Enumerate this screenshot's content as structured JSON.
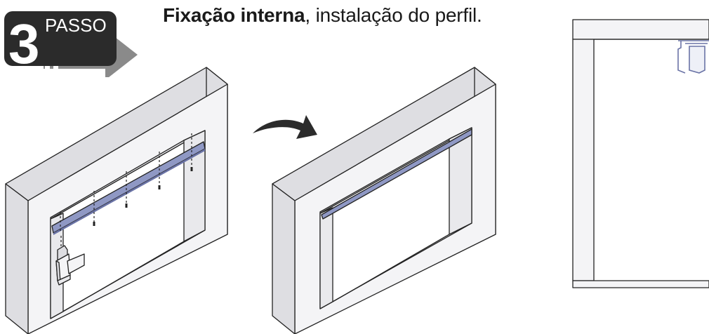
{
  "step": {
    "number": "3",
    "word": "PASSO"
  },
  "title": {
    "bold": "Fixação interna",
    "rest": ", instalação do perfil."
  },
  "colors": {
    "badge_dark": "#2b2b2b",
    "arrow_gray": "#8a8a8a",
    "wall_face": "#f2f2f4",
    "wall_side": "#dcdce0",
    "profile_blue": "#8f98c4",
    "outline": "#222222"
  },
  "icons": {
    "step_arrow": "arrow-right-icon",
    "transition_arrow": "curved-arrow-icon",
    "tool": "drill-icon"
  }
}
